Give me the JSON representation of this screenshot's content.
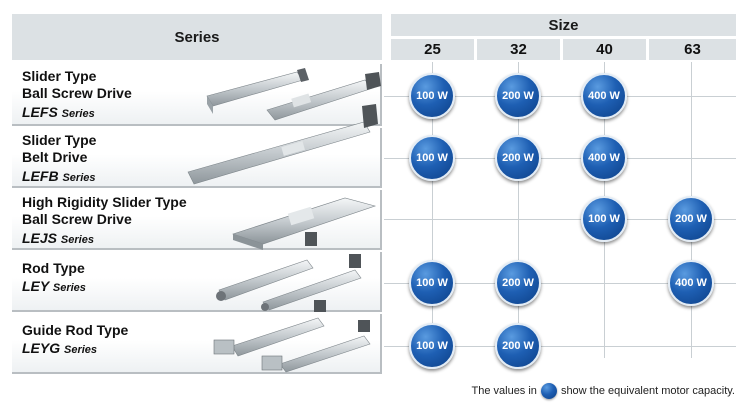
{
  "header": {
    "series_label": "Series",
    "size_label": "Size",
    "sizes": [
      "25",
      "32",
      "40",
      "63"
    ]
  },
  "rows": [
    {
      "title_lines": [
        "Slider Type",
        "Ball Screw Drive"
      ],
      "series_name": "LEFS",
      "series_suffix": "Series",
      "cells": [
        "100 W",
        "200 W",
        "400 W",
        ""
      ]
    },
    {
      "title_lines": [
        "Slider Type",
        "Belt Drive"
      ],
      "series_name": "LEFB",
      "series_suffix": "Series",
      "cells": [
        "100 W",
        "200 W",
        "400 W",
        ""
      ]
    },
    {
      "title_lines": [
        "High Rigidity Slider Type",
        "Ball Screw Drive"
      ],
      "series_name": "LEJS",
      "series_suffix": "Series",
      "cells": [
        "",
        "",
        "100 W",
        "200 W"
      ]
    },
    {
      "title_lines": [
        "Rod Type"
      ],
      "series_name": "LEY",
      "series_suffix": "Series",
      "cells": [
        "100 W",
        "200 W",
        "",
        "400 W"
      ]
    },
    {
      "title_lines": [
        "Guide Rod Type"
      ],
      "series_name": "LEYG",
      "series_suffix": "Series",
      "cells": [
        "100 W",
        "200 W",
        "",
        ""
      ]
    }
  ],
  "footnote": {
    "before": "The values in",
    "after": "show the equivalent motor capacity."
  },
  "colors": {
    "header_bg": "#dce1e4",
    "badge_blue": "#1e5fb3"
  }
}
